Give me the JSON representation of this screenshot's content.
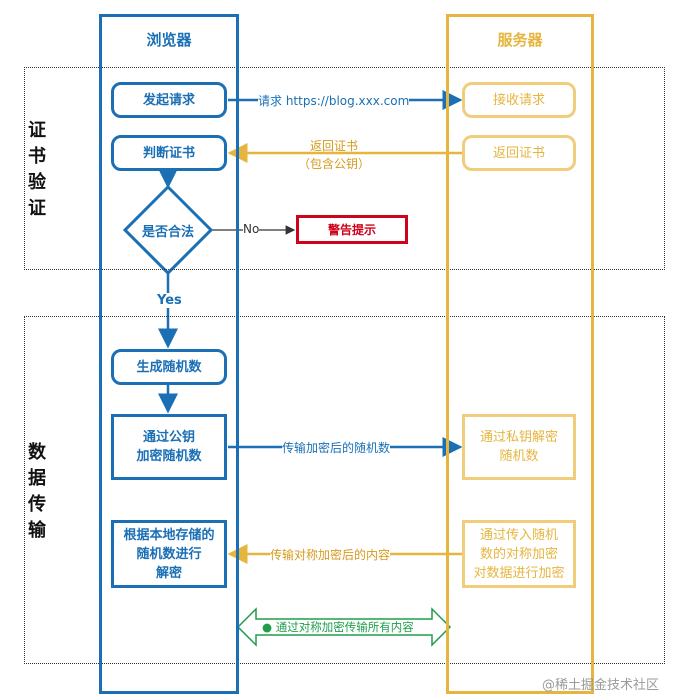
{
  "lanes": {
    "browser": "浏览器",
    "server": "服务器"
  },
  "sections": {
    "cert": "证书验证",
    "data": "数据传输"
  },
  "nodes": {
    "send_request": "发起请求",
    "judge_cert": "判断证书",
    "is_valid": "是否合法",
    "warning": "警告提示",
    "gen_random": "生成随机数",
    "encrypt_random_line1": "通过公钥",
    "encrypt_random_line2": "加密随机数",
    "decrypt_local_line1": "根据本地存储的",
    "decrypt_local_line2": "随机数进行",
    "decrypt_local_line3": "解密",
    "receive_request": "接收请求",
    "return_cert": "返回证书",
    "decrypt_private_line1": "通过私钥解密",
    "decrypt_private_line2": "随机数",
    "encrypt_data_line1": "通过传入随机",
    "encrypt_data_line2": "数的对称加密",
    "encrypt_data_line3": "对数据进行加密"
  },
  "edges": {
    "request_url": "请求 https://blog.xxx.com",
    "return_cert_line1": "返回证书",
    "return_cert_line2": "（包含公钥）",
    "no": "No",
    "yes": "Yes",
    "send_encrypted_random": "传输加密后的随机数",
    "send_encrypted_content": "传输对称加密后的内容",
    "symmetric_all": "通过对称加密传输所有内容"
  },
  "watermark": "@稀土掘金技术社区",
  "colors": {
    "browser": "#1a6fb5",
    "server": "#e6b53e",
    "warning": "#d0021b",
    "success": "#1e9e4a"
  }
}
